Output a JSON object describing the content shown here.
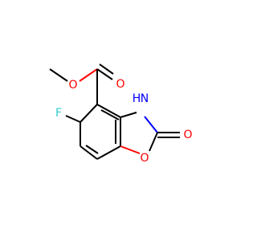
{
  "molecule": {
    "atoms": {
      "o_ester": "O",
      "o_carbonyl_ester": "O",
      "fluorine": "F",
      "nh_label": "H",
      "nh_n": "N",
      "o_ring": "O",
      "o_ketone": "O"
    },
    "colors": {
      "carbon_bond": "#000000",
      "oxygen": "#FF0000",
      "nitrogen": "#0000FF",
      "fluorine": "#33CCCC"
    }
  }
}
